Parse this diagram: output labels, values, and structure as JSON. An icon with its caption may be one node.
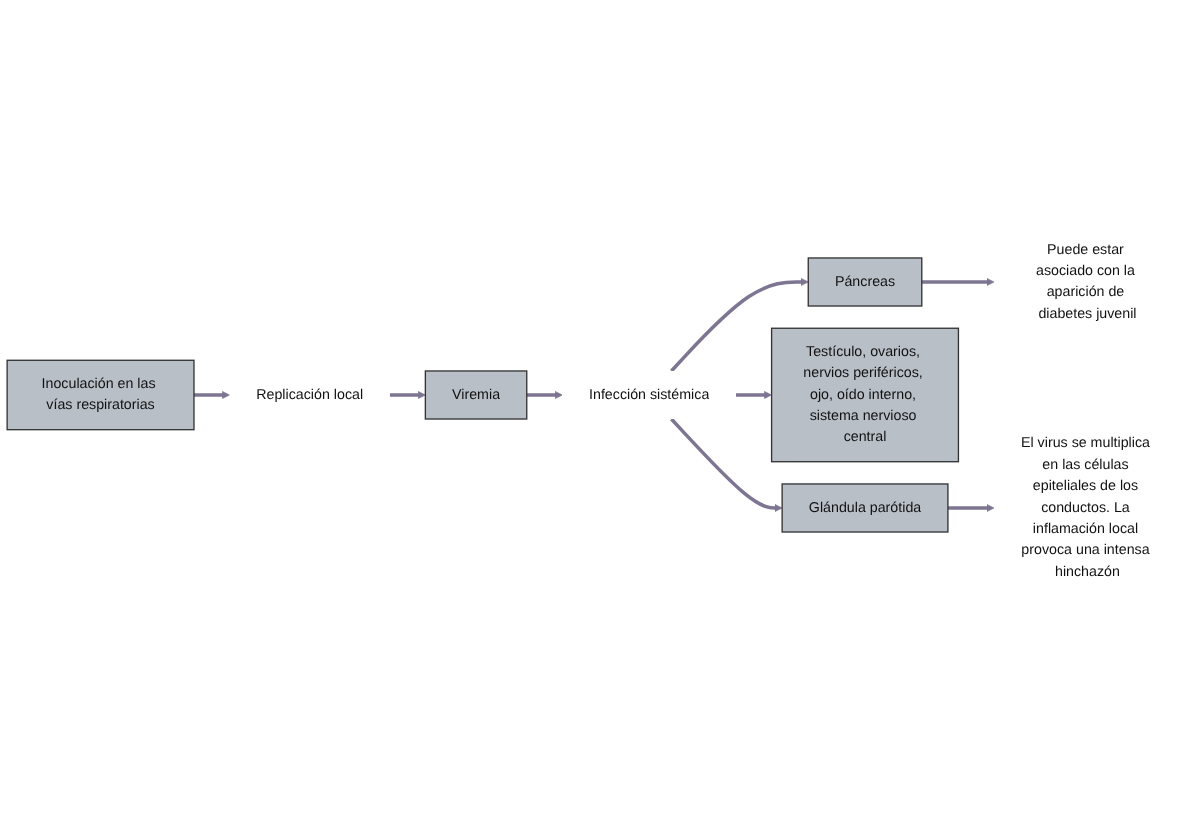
{
  "diagram": {
    "nodes": [
      {
        "text": [
          "Inoculación en las vías respiratorias"
        ]
      },
      {
        "text": [
          "Replicación local"
        ]
      },
      {
        "text": [
          "Viremia"
        ]
      },
      {
        "text": [
          "Infección sistémica"
        ]
      },
      {
        "text": [
          "Páncreas"
        ]
      },
      {
        "text": [
          "Testículo, ovarios, nervios periféricos, ojo, oído interno, sistema nervioso central"
        ]
      },
      {
        "text": [
          "Glándula parótida"
        ]
      },
      {
        "text": [
          "Puede estar asociado con la aparición de diabetes juvenil"
        ]
      },
      {
        "text": [
          "El virus se multiplica en las células epiteliales de los conductos. La inflamación local provoca una intensa hinchazón"
        ]
      }
    ],
    "edges": [
      {
        "from": 0,
        "to": 1,
        "arrow": "to"
      },
      {
        "from": 1,
        "to": 2,
        "arrow": "to"
      },
      {
        "from": 2,
        "to": 3,
        "arrow": "to"
      },
      {
        "from": 3,
        "to": 4,
        "arrow": "to"
      },
      {
        "from": 3,
        "to": 5,
        "arrow": "to"
      },
      {
        "from": 3,
        "to": 6,
        "arrow": "to"
      },
      {
        "from": 4,
        "to": 7,
        "arrow": "to"
      },
      {
        "from": 6,
        "to": 8,
        "arrow": "to"
      }
    ]
  }
}
